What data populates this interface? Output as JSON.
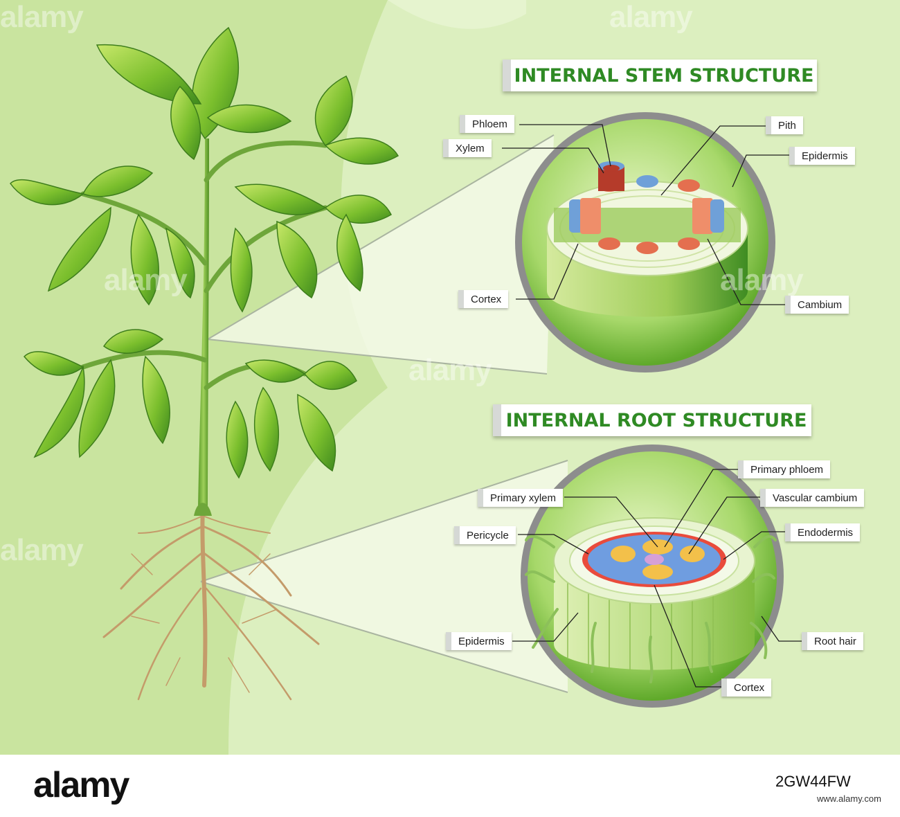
{
  "titles": {
    "stem": "INTERNAL STEM STRUCTURE",
    "root": "INTERNAL ROOT STRUCTURE"
  },
  "stem_labels": {
    "phloem": "Phloem",
    "xylem": "Xylem",
    "pith": "Pith",
    "epidermis": "Epidermis",
    "cortex": "Cortex",
    "cambium": "Cambium"
  },
  "root_labels": {
    "primary_phloem": "Primary phloem",
    "primary_xylem": "Primary xylem",
    "vascular_cambium": "Vascular cambium",
    "pericycle": "Pericycle",
    "endodermis": "Endodermis",
    "epidermis": "Epidermis",
    "root_hair": "Root hair",
    "cortex": "Cortex"
  },
  "watermark": "alamy",
  "footer": {
    "logo": "alamy",
    "image_id": "2GW44FW",
    "url": "www.alamy.com"
  },
  "colors": {
    "background": "#c9e49f",
    "panel": "#dcefbf",
    "title_green": "#2f8a24",
    "leaf": "#6fb52c",
    "root": "#c49b6a"
  }
}
